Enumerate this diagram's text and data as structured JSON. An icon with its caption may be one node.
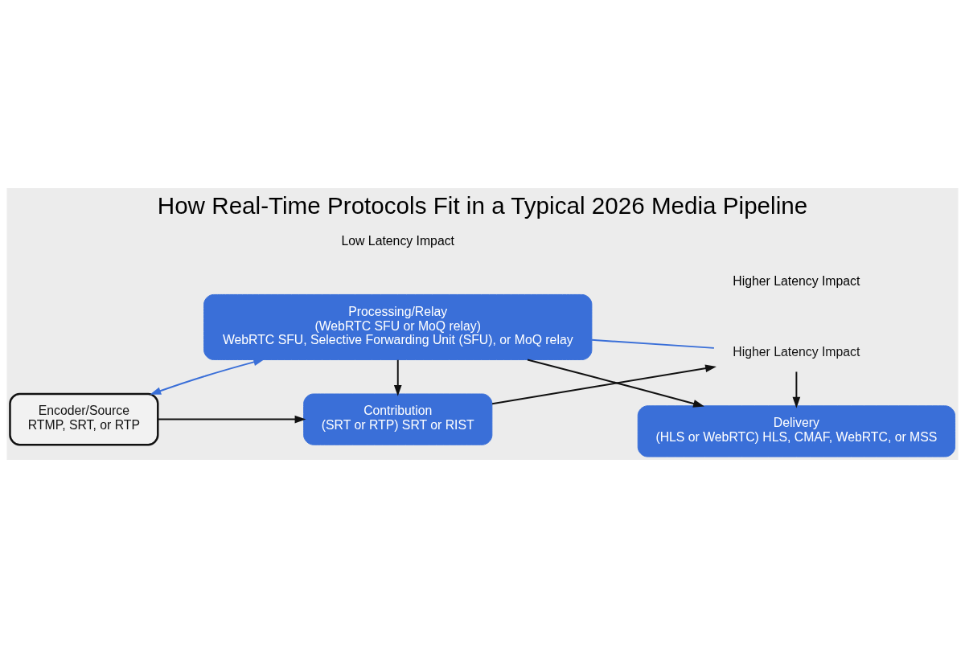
{
  "diagram": {
    "title": "How Real-Time Protocols Fit in a Typical 2026 Media Pipeline",
    "nodes": [
      {
        "text": [
          "Encoder/Source",
          "RTMP, SRT, or RTP"
        ]
      },
      {
        "text": [
          "Contribution",
          "(SRT or RTP) SRT or RIST"
        ]
      },
      {
        "text": [
          "Higher Latency Impact"
        ]
      },
      {
        "text": [
          "Processing/Relay",
          "(WebRTC SFU or MoQ relay)",
          "WebRTC SFU, Selective Forwarding Unit (SFU), or MoQ relay"
        ]
      },
      {
        "text": [
          "Delivery",
          "(HLS or WebRTC) HLS, CMAF, WebRTC, or MSS"
        ]
      }
    ],
    "edges": [
      {
        "from": 0,
        "to": 1,
        "arrow": "to"
      },
      {
        "from": 1,
        "to": 2,
        "arrow": "to"
      },
      {
        "from": 2,
        "to": 4,
        "arrow": "to"
      },
      {
        "from": 3,
        "to": 1,
        "arrow": "to"
      },
      {
        "from": 3,
        "to": 4,
        "arrow": "to"
      },
      {
        "from": 0,
        "to": 3,
        "arrow": "both",
        "color": "#3a6fd8"
      },
      {
        "from": 2,
        "to": 3,
        "arrow": "none",
        "color": "#3a6fd8"
      }
    ],
    "labels": [
      "Low Latency Impact",
      "Higher Latency Impact"
    ]
  }
}
